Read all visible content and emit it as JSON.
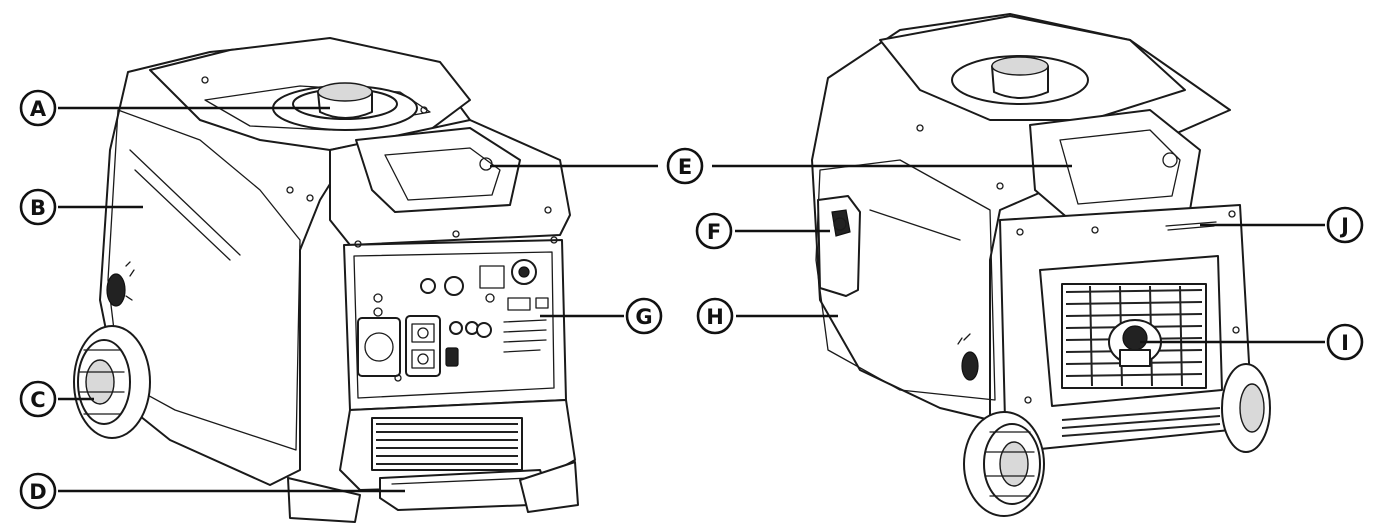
{
  "callouts": [
    {
      "id": "A",
      "label": "A"
    },
    {
      "id": "B",
      "label": "B"
    },
    {
      "id": "C",
      "label": "C"
    },
    {
      "id": "D",
      "label": "D"
    },
    {
      "id": "E",
      "label": "E"
    },
    {
      "id": "F",
      "label": "F"
    },
    {
      "id": "G",
      "label": "G"
    },
    {
      "id": "H",
      "label": "H"
    },
    {
      "id": "I",
      "label": "I"
    },
    {
      "id": "J",
      "label": "J"
    }
  ]
}
